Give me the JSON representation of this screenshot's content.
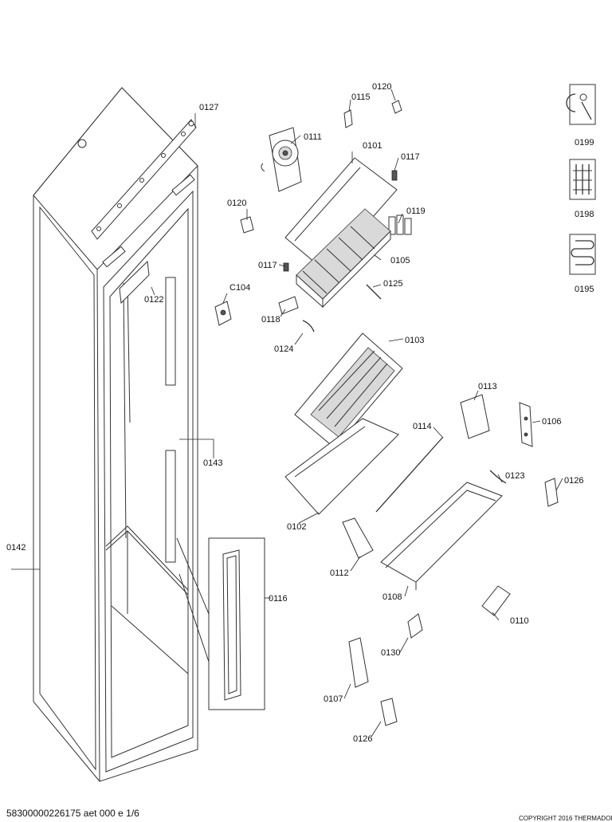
{
  "document": {
    "number": "58300000226175 aet 000 e 1/6",
    "copyright": "COPYRIGHT  2016 THERMADOR"
  },
  "parts": [
    {
      "id": "0127",
      "label": "0127"
    },
    {
      "id": "0111",
      "label": "0111"
    },
    {
      "id": "0115",
      "label": "0115"
    },
    {
      "id": "0120a",
      "label": "0120"
    },
    {
      "id": "0101",
      "label": "0101"
    },
    {
      "id": "0117a",
      "label": "0117"
    },
    {
      "id": "0120b",
      "label": "0120"
    },
    {
      "id": "0119",
      "label": "0119"
    },
    {
      "id": "0117b",
      "label": "0117"
    },
    {
      "id": "0105",
      "label": "0105"
    },
    {
      "id": "C104",
      "label": "C104"
    },
    {
      "id": "0125",
      "label": "0125"
    },
    {
      "id": "0122",
      "label": "0122"
    },
    {
      "id": "0118",
      "label": "0118"
    },
    {
      "id": "0124",
      "label": "0124"
    },
    {
      "id": "0103",
      "label": "0103"
    },
    {
      "id": "0113",
      "label": "0113"
    },
    {
      "id": "0114",
      "label": "0114"
    },
    {
      "id": "0106",
      "label": "0106"
    },
    {
      "id": "0143",
      "label": "0143"
    },
    {
      "id": "0123",
      "label": "0123"
    },
    {
      "id": "0126a",
      "label": "0126"
    },
    {
      "id": "0102",
      "label": "0102"
    },
    {
      "id": "0142",
      "label": "0142"
    },
    {
      "id": "0112",
      "label": "0112"
    },
    {
      "id": "0108",
      "label": "0108"
    },
    {
      "id": "0116",
      "label": "0116"
    },
    {
      "id": "0110",
      "label": "0110"
    },
    {
      "id": "0130",
      "label": "0130"
    },
    {
      "id": "0107",
      "label": "0107"
    },
    {
      "id": "0126b",
      "label": "0126"
    }
  ],
  "legend": [
    {
      "code": "0199",
      "icon": "wrench-tool-icon"
    },
    {
      "code": "0198",
      "icon": "screws-bag-icon"
    },
    {
      "code": "0195",
      "icon": "coil-pipe-icon"
    }
  ]
}
